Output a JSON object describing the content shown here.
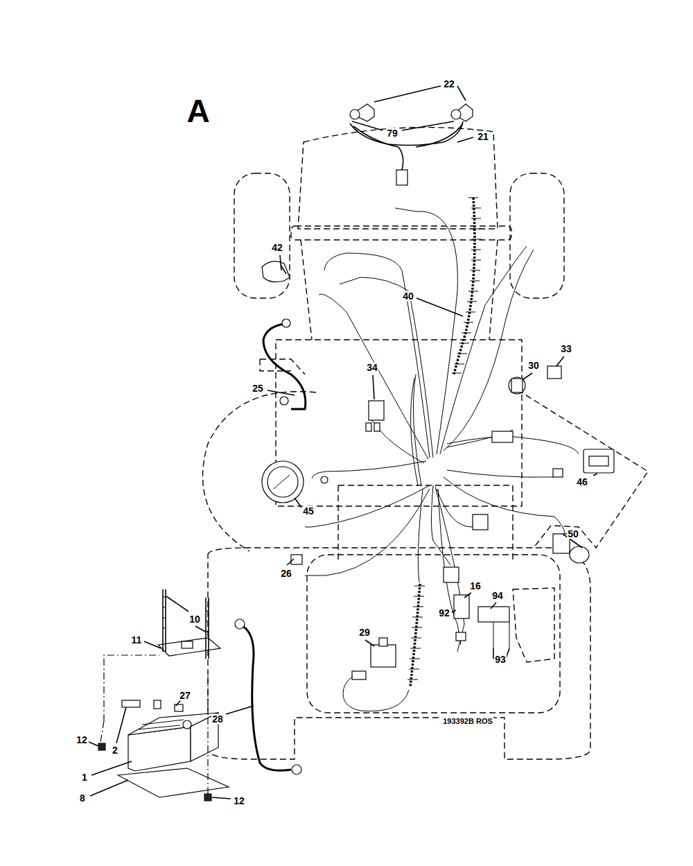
{
  "diagram": {
    "title": "A",
    "labels": [
      "22",
      "79",
      "21",
      "42",
      "40",
      "25",
      "34",
      "30",
      "33",
      "46",
      "45",
      "50",
      "26",
      "16",
      "94",
      "92",
      "29",
      "93",
      "10",
      "11",
      "27",
      "12",
      "2",
      "1",
      "8",
      "28",
      "12",
      "193392B ROS"
    ]
  }
}
